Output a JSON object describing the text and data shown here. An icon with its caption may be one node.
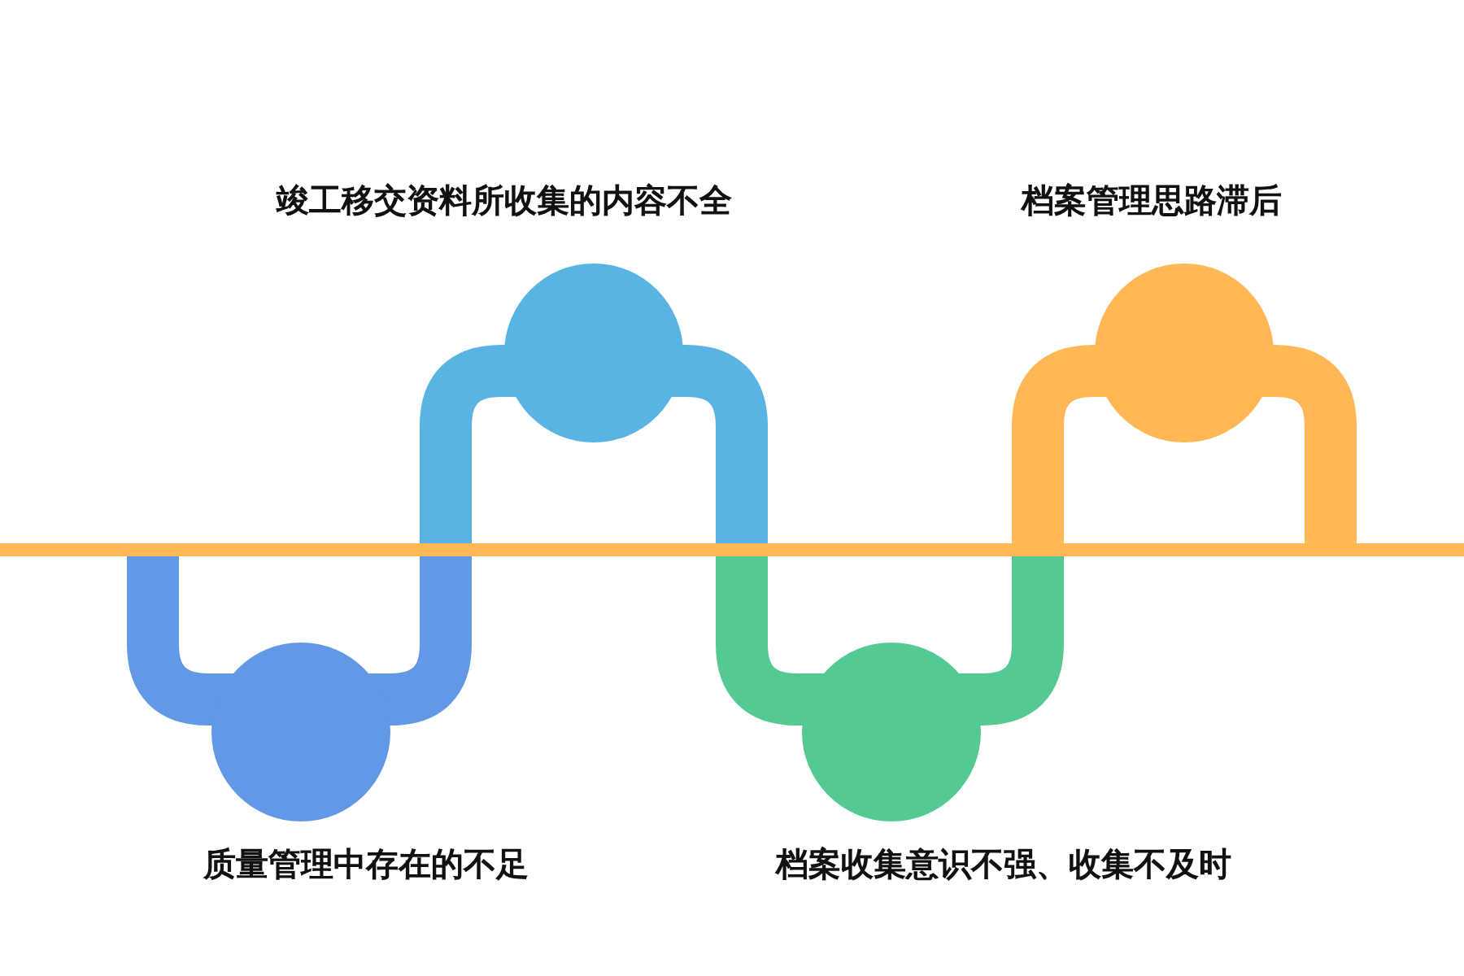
{
  "diagram": {
    "nodes": [
      {
        "text": [
          "质量管理中存在的不足"
        ]
      },
      {
        "text": [
          "竣工移交资料所收集的内容不全"
        ]
      },
      {
        "text": [
          "档案收集意识不强、收集不及时"
        ]
      },
      {
        "text": [
          "档案管理思路滞后"
        ]
      }
    ]
  }
}
